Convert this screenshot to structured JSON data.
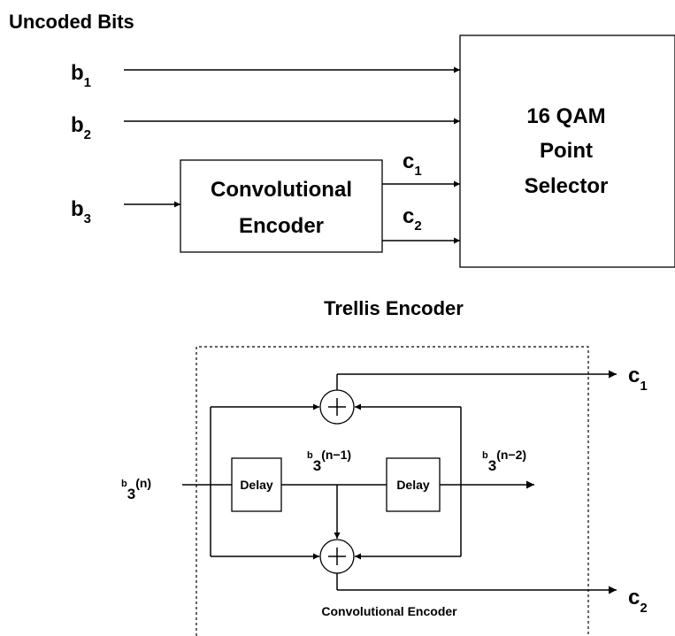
{
  "top": {
    "title": "Uncoded Bits",
    "inputs": [
      {
        "base": "b",
        "sub": "1"
      },
      {
        "base": "b",
        "sub": "2"
      },
      {
        "base": "b",
        "sub": "3"
      }
    ],
    "encoder_label_line1": "Convolutional",
    "encoder_label_line2": "Encoder",
    "outputs": [
      {
        "base": "c",
        "sub": "1"
      },
      {
        "base": "c",
        "sub": "2"
      }
    ],
    "qam_line1": "16 QAM",
    "qam_line2": "Point",
    "qam_line3": "Selector"
  },
  "section_title": "Trellis Encoder",
  "detail": {
    "input": {
      "base": "b",
      "sub": "3",
      "suffix": "(n)"
    },
    "mid": {
      "base": "b",
      "sub": "3",
      "suffix": "(n−1)"
    },
    "right": {
      "base": "b",
      "sub": "3",
      "suffix": "(n−2)"
    },
    "delay1": "Delay",
    "delay2": "Delay",
    "out1": {
      "base": "c",
      "sub": "1"
    },
    "out2": {
      "base": "c",
      "sub": "2"
    },
    "caption": "Convolutional Encoder"
  }
}
